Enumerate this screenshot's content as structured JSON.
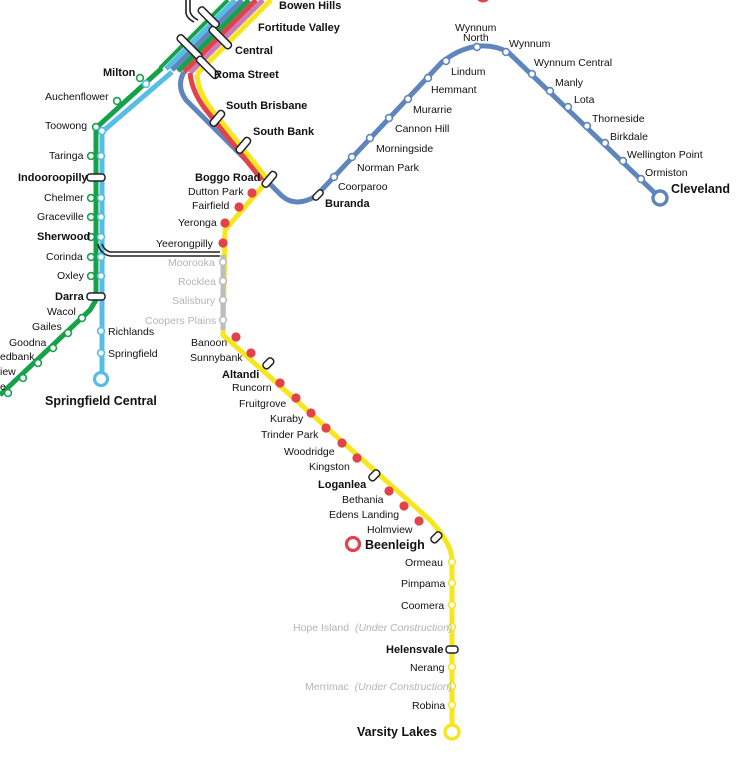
{
  "colors": {
    "yellow": "#f7e51d",
    "red": "#e2434b",
    "blue_cleveland": "#5e86bd",
    "cyan": "#56bde6",
    "green": "#16a14b",
    "grey": "#bdbdbd",
    "pink": "#c97db4",
    "orange": "#f59a2d",
    "purple": "#9a7ab5"
  },
  "stations": {
    "bowen_hills": "Bowen Hills",
    "fortitude_valley": "Fortitude Valley",
    "central": "Central",
    "roma_street": "Roma Street",
    "milton": "Milton",
    "auchenflower": "Auchenflower",
    "toowong": "Toowong",
    "taringa": "Taringa",
    "indooroopilly": "Indooroopilly",
    "chelmer": "Chelmer",
    "graceville": "Graceville",
    "sherwood": "Sherwood",
    "corinda": "Corinda",
    "oxley": "Oxley",
    "darra": "Darra",
    "wacol": "Wacol",
    "gailes": "Gailes",
    "goodna": "Goodna",
    "redbank": "edbank",
    "riverview": "iew",
    "bundamba": "e",
    "richlands": "Richlands",
    "springfield": "Springfield",
    "springfield_central": "Springfield Central",
    "south_brisbane": "South Brisbane",
    "south_bank": "South Bank",
    "boggo_road": "Boggo Road",
    "dutton_park": "Dutton Park",
    "fairfield": "Fairfield",
    "yeronga": "Yeronga",
    "yeerongpilly": "Yeerongpilly",
    "moorooka": "Moorooka",
    "rocklea": "Rocklea",
    "salisbury": "Salisbury",
    "coopers_plains": "Coopers Plains",
    "banoon": "Banoon",
    "sunnybank": "Sunnybank",
    "altandi": "Altandi",
    "runcorn": "Runcorn",
    "fruitgrove": "Fruitgrove",
    "kuraby": "Kuraby",
    "trinder_park": "Trinder Park",
    "woodridge": "Woodridge",
    "kingston": "Kingston",
    "loganlea": "Loganlea",
    "bethania": "Bethania",
    "edens_landing": "Edens Landing",
    "holmview": "Holmview",
    "beenleigh": "Beenleigh",
    "ormeau": "Ormeau",
    "pimpama": "Pimpama",
    "coomera": "Coomera",
    "hope_island": "Hope Island",
    "helensvale": "Helensvale",
    "nerang": "Nerang",
    "merrimac": "Merrimac",
    "robina": "Robina",
    "varsity_lakes": "Varsity Lakes",
    "buranda": "Buranda",
    "coorparoo": "Coorparoo",
    "norman_park": "Norman Park",
    "morningside": "Morningside",
    "cannon_hill": "Cannon Hill",
    "murarrie": "Murarrie",
    "hemmant": "Hemmant",
    "lindum": "Lindum",
    "wynnum_north_1": "Wynnum",
    "wynnum_north_2": "North",
    "wynnum": "Wynnum",
    "wynnum_central": "Wynnum Central",
    "manly": "Manly",
    "lota": "Lota",
    "thorneside": "Thorneside",
    "birkdale": "Birkdale",
    "wellington_point": "Wellington Point",
    "ormiston": "Ormiston",
    "cleveland": "Cleveland"
  },
  "notes": {
    "under_construction": "(Under Construction)"
  }
}
